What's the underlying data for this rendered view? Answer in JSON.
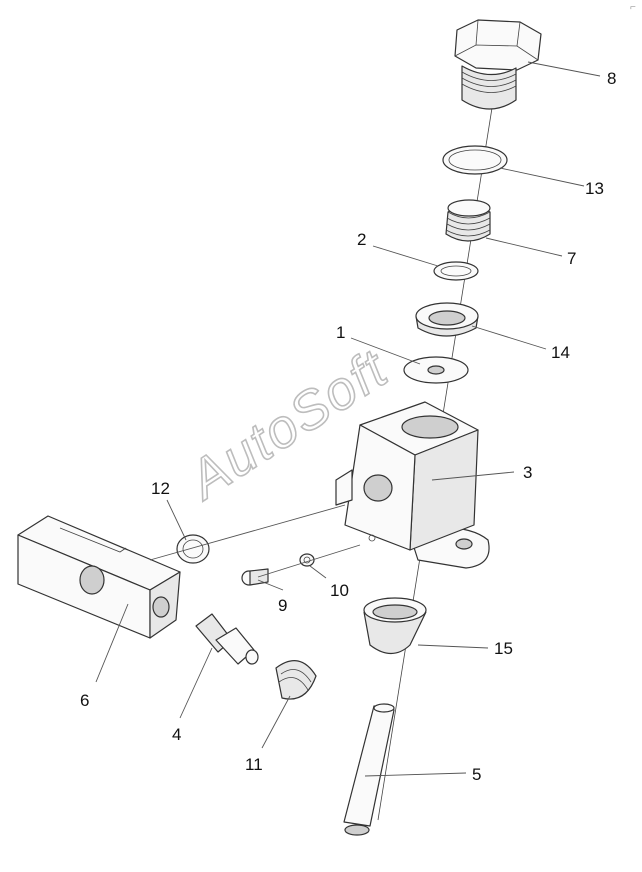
{
  "watermark": "AutoSoft",
  "corner_mark": "⌐",
  "callouts": {
    "c1": "1",
    "c2": "2",
    "c3": "3",
    "c4": "4",
    "c5": "5",
    "c6": "6",
    "c7": "7",
    "c8": "8",
    "c9": "9",
    "c10": "10",
    "c11": "11",
    "c12": "12",
    "c13": "13",
    "c14": "14",
    "c15": "15"
  }
}
